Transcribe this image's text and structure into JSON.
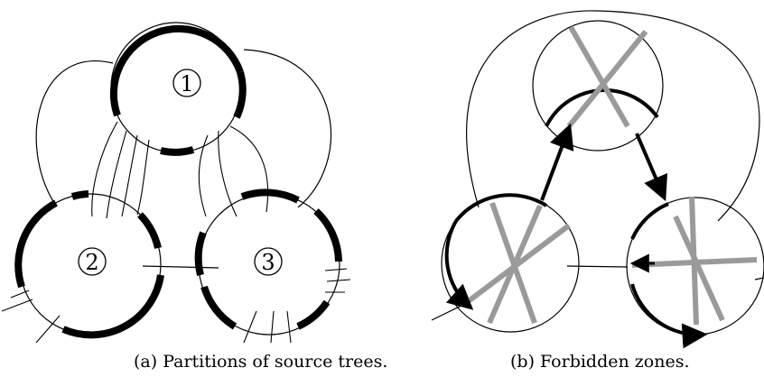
{
  "figure": {
    "panel_a": {
      "caption": "(a) Partitions of source trees.",
      "nodes": [
        {
          "id": "1",
          "label": "1"
        },
        {
          "id": "2",
          "label": "2"
        },
        {
          "id": "3",
          "label": "3"
        }
      ]
    },
    "panel_b": {
      "caption": "(b) Forbidden zones."
    }
  },
  "colors": {
    "ink": "#000000",
    "zone_gray": "#9a9a9a",
    "background": "#ffffff"
  }
}
